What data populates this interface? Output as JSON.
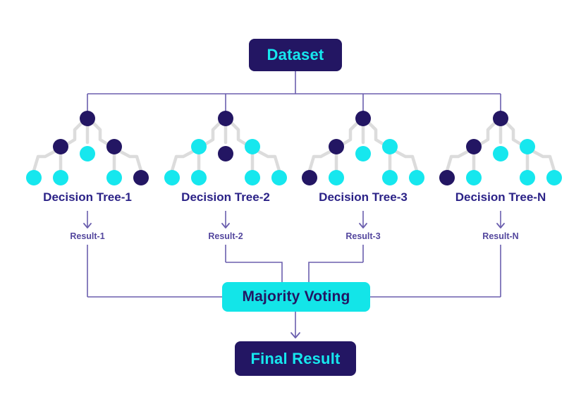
{
  "diagram": {
    "title_box": {
      "label": "Dataset",
      "fill": "#231663",
      "text_color": "#16e7ee"
    },
    "aggregator_box": {
      "label": "Majority Voting",
      "fill": "#13e5e8",
      "text_color": "#231663"
    },
    "final_box": {
      "label": "Final Result",
      "fill": "#231663",
      "text_color": "#16e7ee"
    },
    "colors": {
      "dark_node": "#231663",
      "cyan_node": "#16e7ee",
      "tree_link": "#dcdcdc",
      "flow_line": "#6b5fae",
      "label_text": "#2b2287",
      "result_text": "#54479e",
      "background": "#ffffff"
    },
    "trees": [
      {
        "label": "Decision Tree-1",
        "result": "Result-1",
        "root": "dark",
        "level2": [
          "dark",
          "dark",
          "dark"
        ],
        "level2_middle": "cyan",
        "leaves": [
          "cyan",
          "cyan",
          "cyan",
          "dark"
        ]
      },
      {
        "label": "Decision Tree-2",
        "result": "Result-2",
        "root": "dark",
        "level2": [
          "cyan",
          "dark",
          "cyan"
        ],
        "level2_middle": "dark",
        "leaves": [
          "cyan",
          "cyan",
          "cyan",
          "cyan"
        ]
      },
      {
        "label": "Decision Tree-3",
        "result": "Result-3",
        "root": "dark",
        "level2": [
          "dark",
          "cyan",
          "cyan"
        ],
        "level2_middle": "cyan",
        "leaves": [
          "dark",
          "cyan",
          "cyan",
          "cyan"
        ]
      },
      {
        "label": "Decision Tree-N",
        "result": "Result-N",
        "root": "dark",
        "level2": [
          "dark",
          "cyan",
          "cyan"
        ],
        "level2_middle": "cyan",
        "leaves": [
          "dark",
          "cyan",
          "cyan",
          "cyan"
        ]
      }
    ]
  }
}
